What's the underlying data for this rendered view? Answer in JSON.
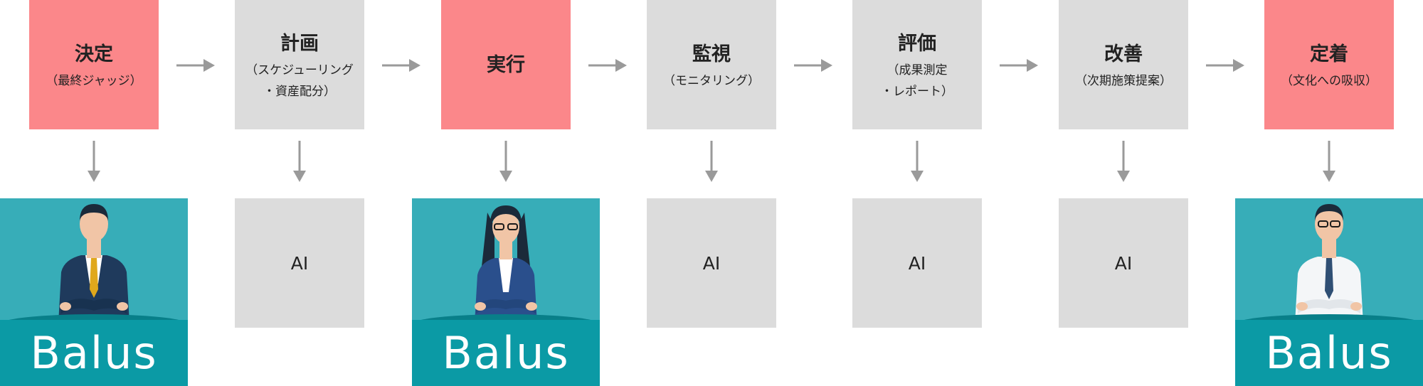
{
  "steps": [
    {
      "title": "決定",
      "sub": "（最終ジャッジ）",
      "color": "pink"
    },
    {
      "title": "計画",
      "sub": "（スケジューリング\n・資産配分）",
      "color": "gray"
    },
    {
      "title": "実行",
      "sub": "",
      "color": "pink"
    },
    {
      "title": "監視",
      "sub": "（モニタリング）",
      "color": "gray"
    },
    {
      "title": "評価",
      "sub": "（成果測定\n・レポート）",
      "color": "gray"
    },
    {
      "title": "改善",
      "sub": "（次期施策提案）",
      "color": "gray"
    },
    {
      "title": "定着",
      "sub": "（文化への吸収）",
      "color": "pink"
    }
  ],
  "ai_label": "AI",
  "brand": "Balus",
  "colors": {
    "pink": "#fb878a",
    "gray": "#dcdcdc",
    "teal": "#37adb8",
    "teal_dark": "#0b9aa5",
    "arrow": "#9a9a9a"
  },
  "icons": {
    "arrow": "arrow-right-icon",
    "down": "arrow-down-icon"
  }
}
